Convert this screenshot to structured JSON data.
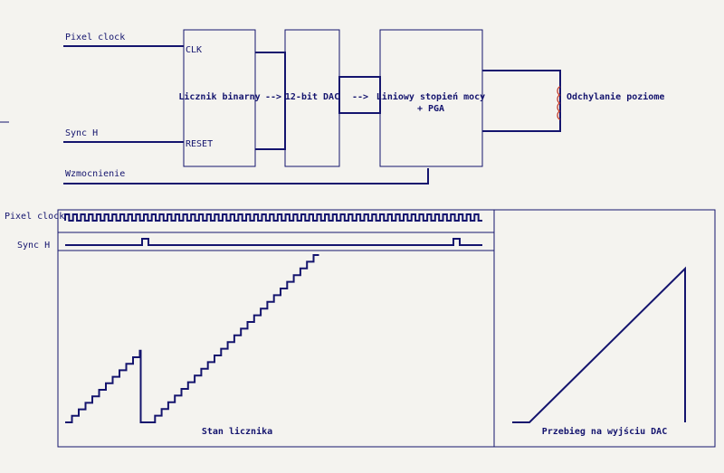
{
  "colors": {
    "background": "#f4f3ef",
    "wire": "#14146e",
    "coil": "#c0392b",
    "text": "#14146e"
  },
  "schematic": {
    "inputs": {
      "pixel_clock": "Pixel clock",
      "sync_h": "Sync H",
      "gain": "Wzmocnienie"
    },
    "counter": {
      "title": "Licznik binarny",
      "pin_clk": "CLK",
      "pin_reset": "RESET"
    },
    "arrow1": "-->",
    "dac": {
      "title": "12-bit DAC"
    },
    "arrow2": "-->",
    "amplifier": {
      "line1": "Liniowy stopień mocy",
      "line2": "+ PGA"
    },
    "deflection": {
      "label": "Odchylanie poziome",
      "icon": "coil-icon"
    }
  },
  "timing": {
    "pixel_clock_label": "Pixel clock",
    "sync_h_label": "Sync H",
    "counter_state_caption": "Stan licznika",
    "dac_output_caption": "Przebieg na wyjściu DAC",
    "pixel_clock_pulses": 53,
    "sync_pulse_count": 2,
    "counter_steps_first_ramp": 11,
    "counter_steps_second_ramp": 25
  }
}
